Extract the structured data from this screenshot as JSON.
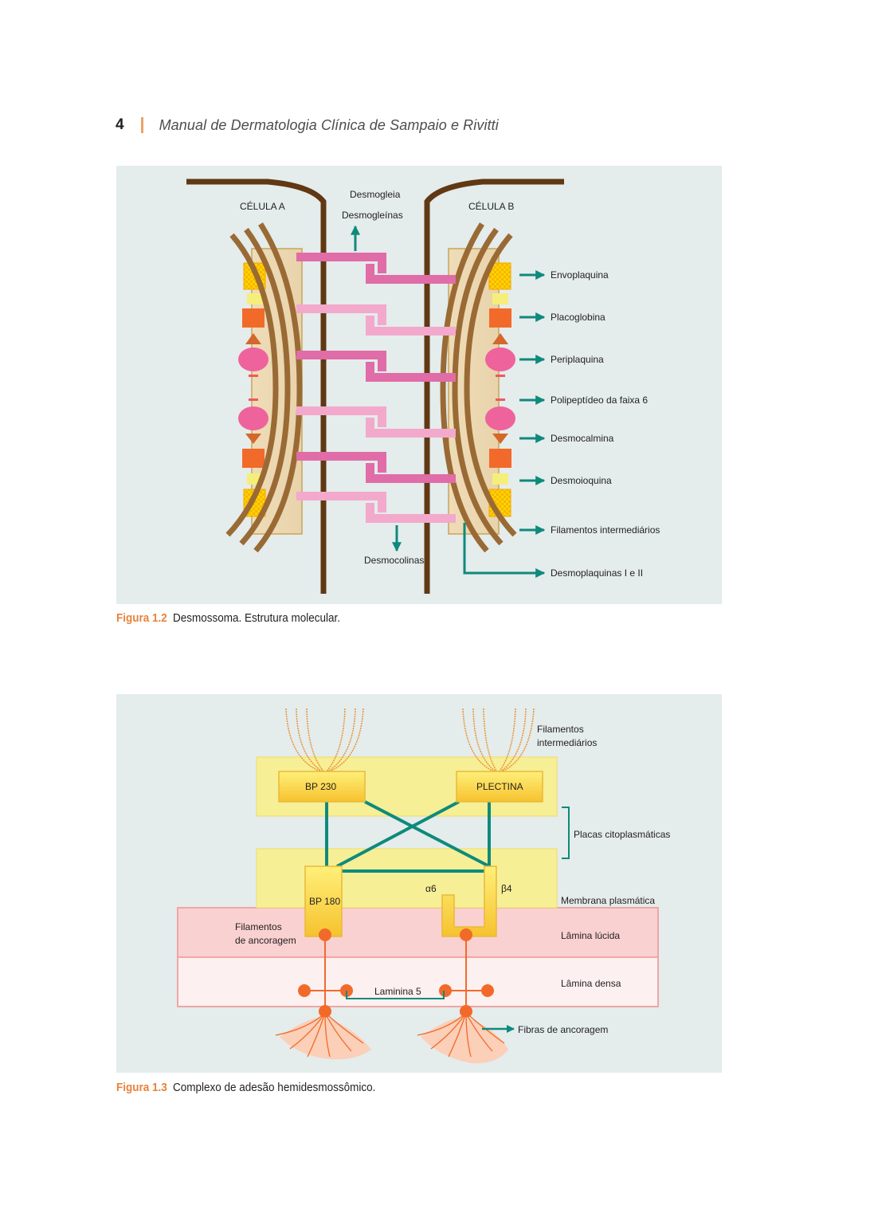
{
  "header": {
    "page_number": "4",
    "book_title": "Manual de Dermatologia Clínica de Sampaio e Rivitti"
  },
  "figure_1_2": {
    "labels": {
      "cell_a": "CÉLULA A",
      "cell_b": "CÉLULA B",
      "desmogleia": "Desmogleia",
      "desmogleinas": "Desmogleínas",
      "desmocolinas": "Desmocolinas"
    },
    "legend": [
      "Envoplaquina",
      "Placoglobina",
      "Periplaquina",
      "Polipeptídeo da faixa 6",
      "Desmocalmina",
      "Desmoioquina",
      "Filamentos intermediários",
      "Desmoplaquinas I e II"
    ],
    "caption_label": "Figura 1.2",
    "caption_text": "Desmossoma. Estrutura molecular."
  },
  "figure_1_3": {
    "labels": {
      "bp230": "BP 230",
      "plectina": "PLECTINA",
      "bp180": "BP 180",
      "alpha6": "α6",
      "beta4": "β4",
      "filamentos_intermediarios_1": "Filamentos",
      "filamentos_intermediarios_2": "intermediários",
      "placas_citoplasmaticas": "Placas citoplasmáticas",
      "membrana_plasmatica": "Membrana plasmática",
      "lamina_lucida": "Lâmina lúcida",
      "lamina_densa": "Lâmina densa",
      "filamentos_ancoragem_1": "Filamentos",
      "filamentos_ancoragem_2": "de ancoragem",
      "laminina5": "Laminina 5",
      "fibras_ancoragem": "Fibras de ancoragem"
    },
    "caption_label": "Figura 1.3",
    "caption_text": "Complexo de adesão hemidesmossômico."
  },
  "colors": {
    "accent_orange": "#e8823a",
    "teal": "#0e8a7c",
    "membrane_brown": "#603813",
    "filament_brown": "#9a6a35",
    "cadherin_dark_pink": "#e06ca8",
    "cadherin_light_pink": "#f3a9cb"
  }
}
